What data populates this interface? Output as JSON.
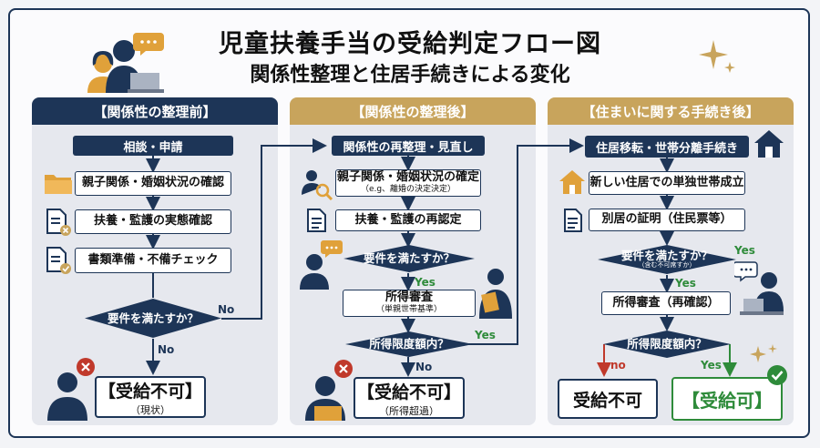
{
  "title": {
    "main": "児童扶養手当の受給判定フロー図",
    "sub": "関係性整理と住居手続きによる変化"
  },
  "columns": [
    {
      "header": "【関係性の整理前】",
      "start": "相談・申請",
      "steps": [
        "親子関係・婚姻状況の確認",
        "扶養・監護の実態確認",
        "書類準備・不備チェック"
      ],
      "decision": "要件を満たすか？",
      "no_label": "No",
      "result": {
        "title": "【受給不可】",
        "note": "（現状）"
      }
    },
    {
      "header": "【関係性の整理後】",
      "start": "関係性の再整理・見直し",
      "step1": {
        "title": "親子関係・婚姻状況の確定",
        "note": "（e.g、離婚の決定決定）"
      },
      "step2": "扶養・監護の再認定",
      "decision1": "要件を満たすか？",
      "yes_label": "Yes",
      "step3": {
        "title": "所得審査",
        "note": "（単親世帯基準）"
      },
      "decision2": "所得限度額内？",
      "yes2_label": "Yes",
      "no_label": "No",
      "result": {
        "title": "【受給不可】",
        "note": "（所得超過）"
      }
    },
    {
      "header": "【住まいに関する手続き後】",
      "start": "住居移転・世帯分離手続き",
      "step1": "新しい住居での単独世帯成立",
      "step2": "別居の証明（住民票等）",
      "decision1": {
        "title": "要件を満たすか？",
        "note": "（含む不可席すか）"
      },
      "yes_label": "Yes",
      "step3": "所得審査（再確認）",
      "decision2": "所得限度額内？",
      "no_label": "no",
      "yes2_label": "Yes",
      "result_fail": "受給不可",
      "result_pass": "【受給可】"
    }
  ],
  "colors": {
    "navy": "#1d3557",
    "gold": "#c8a45c",
    "green": "#2e8b3a",
    "red": "#c0392b"
  }
}
